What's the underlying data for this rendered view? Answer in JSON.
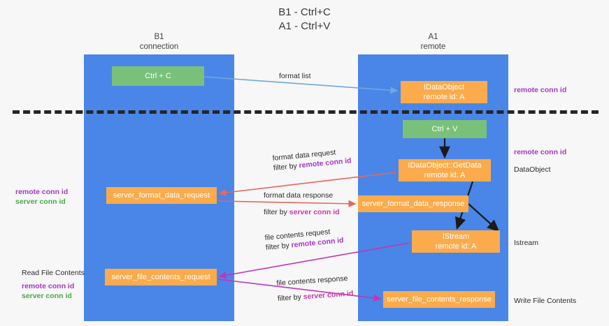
{
  "title": {
    "line1": "B1 - Ctrl+C",
    "line2": "A1 - Ctrl+V"
  },
  "lanes": [
    {
      "name": "b1",
      "line1": "B1",
      "line2": "connection",
      "color": "#4a86e8"
    },
    {
      "name": "a1",
      "line1": "A1",
      "line2": "remote",
      "color": "#4a86e8"
    }
  ],
  "boxes": {
    "ctrl_c": {
      "label": "Ctrl + C",
      "sub": "",
      "color": "#79c179"
    },
    "idataobject_top": {
      "label": "IDataObject",
      "sub": "remote id: A",
      "color": "#fbab4b"
    },
    "ctrl_v": {
      "label": "Ctrl + V",
      "sub": "",
      "color": "#79c179"
    },
    "getdata": {
      "label": "IDataObject::GetData",
      "sub": "remote id: A",
      "color": "#fbab4b"
    },
    "server_format_data_request": {
      "label": "server_format_data_request",
      "sub": "",
      "color": "#fbab4b"
    },
    "server_format_data_response": {
      "label": "server_format_data_response",
      "sub": "",
      "color": "#fbab4b"
    },
    "istream": {
      "label": "IStream",
      "sub": "remote id: A",
      "color": "#fbab4b"
    },
    "server_file_contents_request": {
      "label": "server_file_contents_request",
      "sub": "",
      "color": "#fbab4b"
    },
    "server_file_contents_response": {
      "label": "server_file_contents_response",
      "sub": "",
      "color": "#fbab4b"
    }
  },
  "edge_labels": {
    "format_list": {
      "line1": "format list",
      "line2": "",
      "filter_kind": ""
    },
    "format_data_request": {
      "line1": "format data request",
      "filter_prefix": "filter by ",
      "filter_value": "remote conn id"
    },
    "format_data_response": {
      "line1": "format data response",
      "filter_prefix": "filter by ",
      "filter_value": "server conn id"
    },
    "file_contents_request": {
      "line1": "file contents request",
      "filter_prefix": "filter by ",
      "filter_value": "remote conn id"
    },
    "file_contents_response": {
      "line1": "file contents response",
      "filter_prefix": "filter by ",
      "filter_value": "server conn id"
    }
  },
  "side_notes": {
    "top_remote_conn_id": "remote conn id",
    "mid_remote_conn_id": "remote conn id",
    "dataobject": "DataObject",
    "istream": "Istream",
    "write_file_contents": "Write File Contents",
    "read_file_contents": "Read File Contents",
    "left_remote_conn_id": "remote conn id",
    "left_server_conn_id": "server conn id",
    "bottom_remote_conn_id": "remote conn id",
    "bottom_server_conn_id": "server conn id"
  },
  "colors": {
    "lane": "#4a86e8",
    "green_box": "#79c179",
    "orange_box": "#fbab4b",
    "remote_conn_id": "#a438c8",
    "server_conn_id": "#4aa84a",
    "arrow_blue": "#6fa8dc",
    "arrow_red": "#e8665a",
    "arrow_magenta": "#c334b8",
    "arrow_black": "#1a1a1a",
    "divider": "#262626"
  }
}
